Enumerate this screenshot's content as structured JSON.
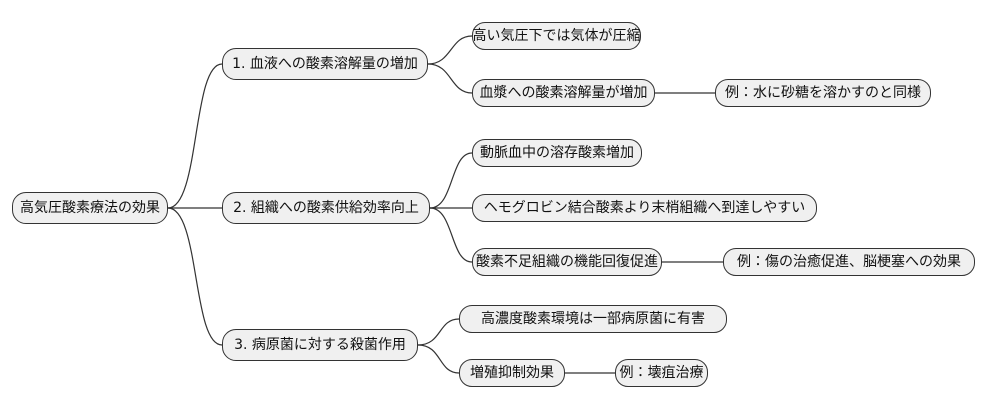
{
  "mindmap": {
    "root": {
      "label": "高気圧酸素療法の効果"
    },
    "branches": [
      {
        "label": "1. 血液への酸素溶解量の増加",
        "children": [
          {
            "label": "高い気圧下では気体が圧縮"
          },
          {
            "label": "血漿への酸素溶解量が増加",
            "example": {
              "label": "例：水に砂糖を溶かすのと同様"
            }
          }
        ]
      },
      {
        "label": "2. 組織への酸素供給効率向上",
        "children": [
          {
            "label": "動脈血中の溶存酸素増加"
          },
          {
            "label": "ヘモグロビン結合酸素より末梢組織へ到達しやすい"
          },
          {
            "label": "酸素不足組織の機能回復促進",
            "example": {
              "label": "例：傷の治癒促進、脳梗塞への効果"
            }
          }
        ]
      },
      {
        "label": "3. 病原菌に対する殺菌作用",
        "children": [
          {
            "label": "高濃度酸素環境は一部病原菌に有害"
          },
          {
            "label": "増殖抑制効果",
            "example": {
              "label": "例：壊疽治療"
            }
          }
        ]
      }
    ],
    "colors": {
      "node_fill": "#f0f0f0",
      "node_border": "#333333",
      "line": "#333333",
      "text": "#111111",
      "background": "#ffffff"
    }
  }
}
